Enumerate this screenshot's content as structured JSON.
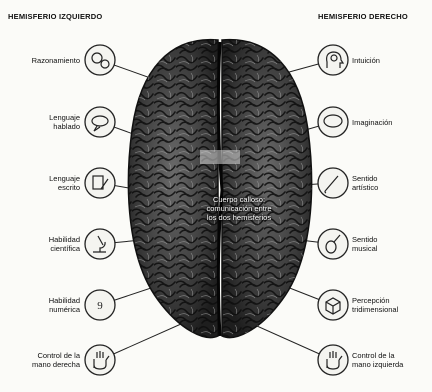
{
  "headers": {
    "left": "HEMISFERIO IZQUIERDO",
    "right": "HEMISFERIO DERECHO"
  },
  "center_text": "Cuerpo calloso:\ncomunicación entre\nlos dos hemisferios",
  "left_items": [
    {
      "label": "Razonamiento",
      "icon": "gears-icon"
    },
    {
      "label": "Lenguaje\nhablado",
      "icon": "speech-bubble-icon"
    },
    {
      "label": "Lenguaje\nescrito",
      "icon": "writing-hand-icon"
    },
    {
      "label": "Habilidad\ncientífica",
      "icon": "microscope-icon"
    },
    {
      "label": "Habilidad\nnumérica",
      "icon": "numbers-icon"
    },
    {
      "label": "Control de la\nmano derecha",
      "icon": "right-hand-icon"
    }
  ],
  "right_items": [
    {
      "label": "Intuición",
      "icon": "head-spiral-icon"
    },
    {
      "label": "Imaginación",
      "icon": "thought-cloud-icon"
    },
    {
      "label": "Sentido\nartístico",
      "icon": "paintbrush-icon"
    },
    {
      "label": "Sentido\nmusical",
      "icon": "guitar-icon"
    },
    {
      "label": "Percepción\ntridimensional",
      "icon": "cube-icon"
    },
    {
      "label": "Control de la\nmano izquierda",
      "icon": "left-hand-icon"
    }
  ]
}
